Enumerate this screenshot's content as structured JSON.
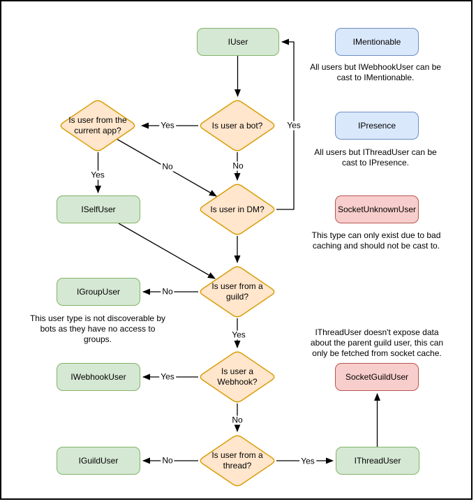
{
  "colors": {
    "node_green_fill": "#d5e8d4",
    "node_green_stroke": "#82b366",
    "node_blue_fill": "#dae8fc",
    "node_blue_stroke": "#6c8ebf",
    "node_red_fill": "#f8cecc",
    "node_red_stroke": "#b85450",
    "decision_fill": "#ffe6cc",
    "decision_stroke": "#d79b00",
    "edge_stroke": "#000000",
    "frame_border": "#000000"
  },
  "nodes": {
    "iuser": {
      "label": "IUser"
    },
    "imentionable": {
      "label": "IMentionable"
    },
    "ipresence": {
      "label": "IPresence"
    },
    "socketunknownuser": {
      "label": "SocketUnknownUser"
    },
    "iselfuser": {
      "label": "ISelfUser"
    },
    "igroupuser": {
      "label": "IGroupUser"
    },
    "iwebhookuser": {
      "label": "IWebhookUser"
    },
    "socketguilduser": {
      "label": "SocketGuildUser"
    },
    "iguilduser": {
      "label": "IGuildUser"
    },
    "ithreaduser": {
      "label": "IThreadUser"
    }
  },
  "decisions": {
    "is_bot": {
      "lines": [
        "Is user a bot?"
      ]
    },
    "is_current_app": {
      "lines": [
        "Is user from the",
        "current app?"
      ]
    },
    "is_dm": {
      "lines": [
        "Is user in DM?"
      ]
    },
    "is_guild": {
      "lines": [
        "Is user from a",
        "guild?"
      ]
    },
    "is_webhook": {
      "lines": [
        "Is user a",
        "Webhook?"
      ]
    },
    "is_thread": {
      "lines": [
        "Is user from a",
        "thread?"
      ]
    }
  },
  "edge_labels": {
    "bot_to_app": "Yes",
    "bot_to_dm": "No",
    "dm_to_iuser": "Yes",
    "app_to_self": "Yes",
    "app_to_dm": "No",
    "guild_to_group": "No",
    "guild_to_webhook": "Yes",
    "webhook_to_iwebhook": "Yes",
    "webhook_to_thread": "No",
    "thread_to_iguild": "No",
    "thread_to_ithread": "Yes"
  },
  "notes": {
    "mentionable": {
      "lines": [
        "All users but IWebhookUser can be",
        "cast to IMentionable."
      ]
    },
    "presence": {
      "lines": [
        "All users but IThreadUser can be",
        "cast to IPresence."
      ]
    },
    "unknown": {
      "lines": [
        "This type can only exist due to bad",
        "caching and should not be cast to."
      ]
    },
    "group": {
      "lines": [
        "This user type is not discoverable by",
        "bots as they have no access to",
        "groups."
      ]
    },
    "thread": {
      "lines": [
        "IThreadUser doesn't expose data",
        "about the parent guild user, this can",
        "only be fetched from socket cache."
      ]
    }
  }
}
